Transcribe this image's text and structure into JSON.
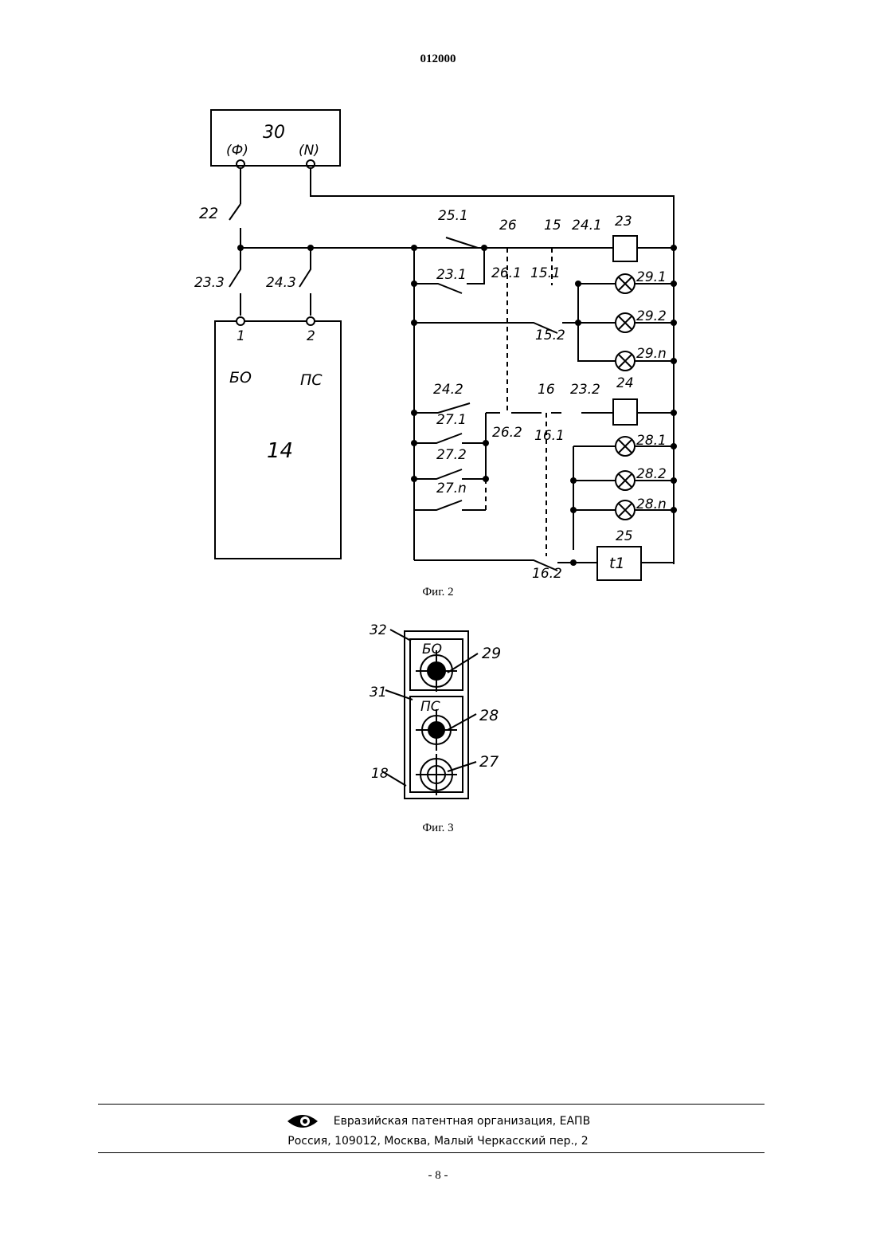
{
  "header": {
    "doc_number": "012000"
  },
  "figure2": {
    "caption": "Фиг. 2",
    "labels": {
      "block30": "30",
      "phase": "(Ф)",
      "neutral": "(N)",
      "switch22": "22",
      "c23_3": "23.3",
      "c24_3": "24.3",
      "t1": "1",
      "t2": "2",
      "bo": "БО",
      "ps": "ПС",
      "block14": "14",
      "c25_1": "25.1",
      "c26": "26",
      "c15": "15",
      "c24_1": "24.1",
      "k23": "23",
      "c23_1": "23.1",
      "c26_1": "26.1",
      "c15_1": "15.1",
      "c15_2": "15.2",
      "l29_1": "29.1",
      "l29_2": "29.2",
      "l29_n": "29.n",
      "c24_2": "24.2",
      "c16": "16",
      "c23_2": "23.2",
      "k24": "24",
      "c27_1": "27.1",
      "c27_2": "27.2",
      "c27_n": "27.n",
      "c26_2": "26.2",
      "c16_1": "16.1",
      "l28_1": "28.1",
      "l28_2": "28.2",
      "l28_n": "28.n",
      "timer25": "25",
      "timer_text": "t1",
      "c16_2": "16.2"
    }
  },
  "figure3": {
    "caption": "Фиг. 3",
    "labels": {
      "panel32": "32",
      "panel31": "31",
      "housing18": "18",
      "bo": "БО",
      "ps": "ПС",
      "lamp29": "29",
      "lamp28": "28",
      "button27": "27"
    }
  },
  "footer": {
    "logo_icon": "eapo-eye-icon",
    "organization": "Евразийская патентная организация, ЕАПВ",
    "address": "Россия, 109012, Москва, Малый Черкасский пер., 2",
    "page_number": "- 8 -"
  }
}
